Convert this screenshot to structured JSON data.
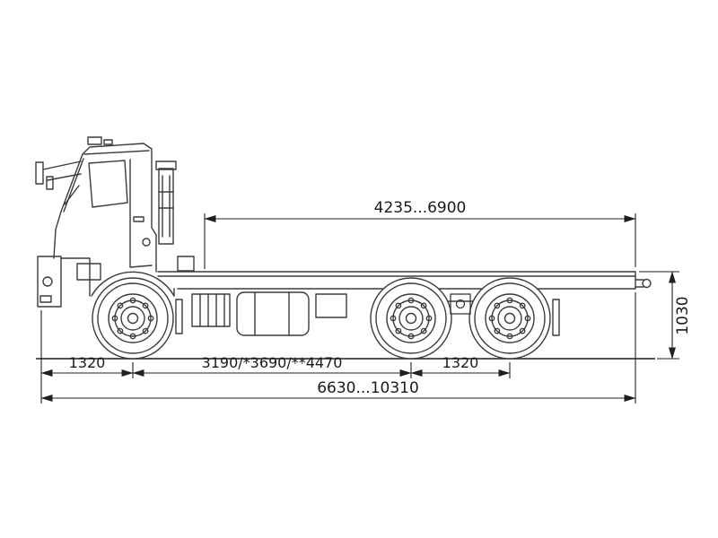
{
  "diagram": {
    "type": "technical-dimension-drawing",
    "subject": "6x4-truck-chassis-side-view",
    "dimensions": {
      "top_span": "4235...6900",
      "frame_height": "1030",
      "front_overhang": "1320",
      "wheelbase": "3190/*3690/**4470",
      "bogie_spacing": "1320",
      "overall_length": "6630...10310"
    },
    "colors": {
      "line": "#3b3b3b",
      "dimension": "#1f1f1f",
      "background": "#ffffff"
    }
  }
}
